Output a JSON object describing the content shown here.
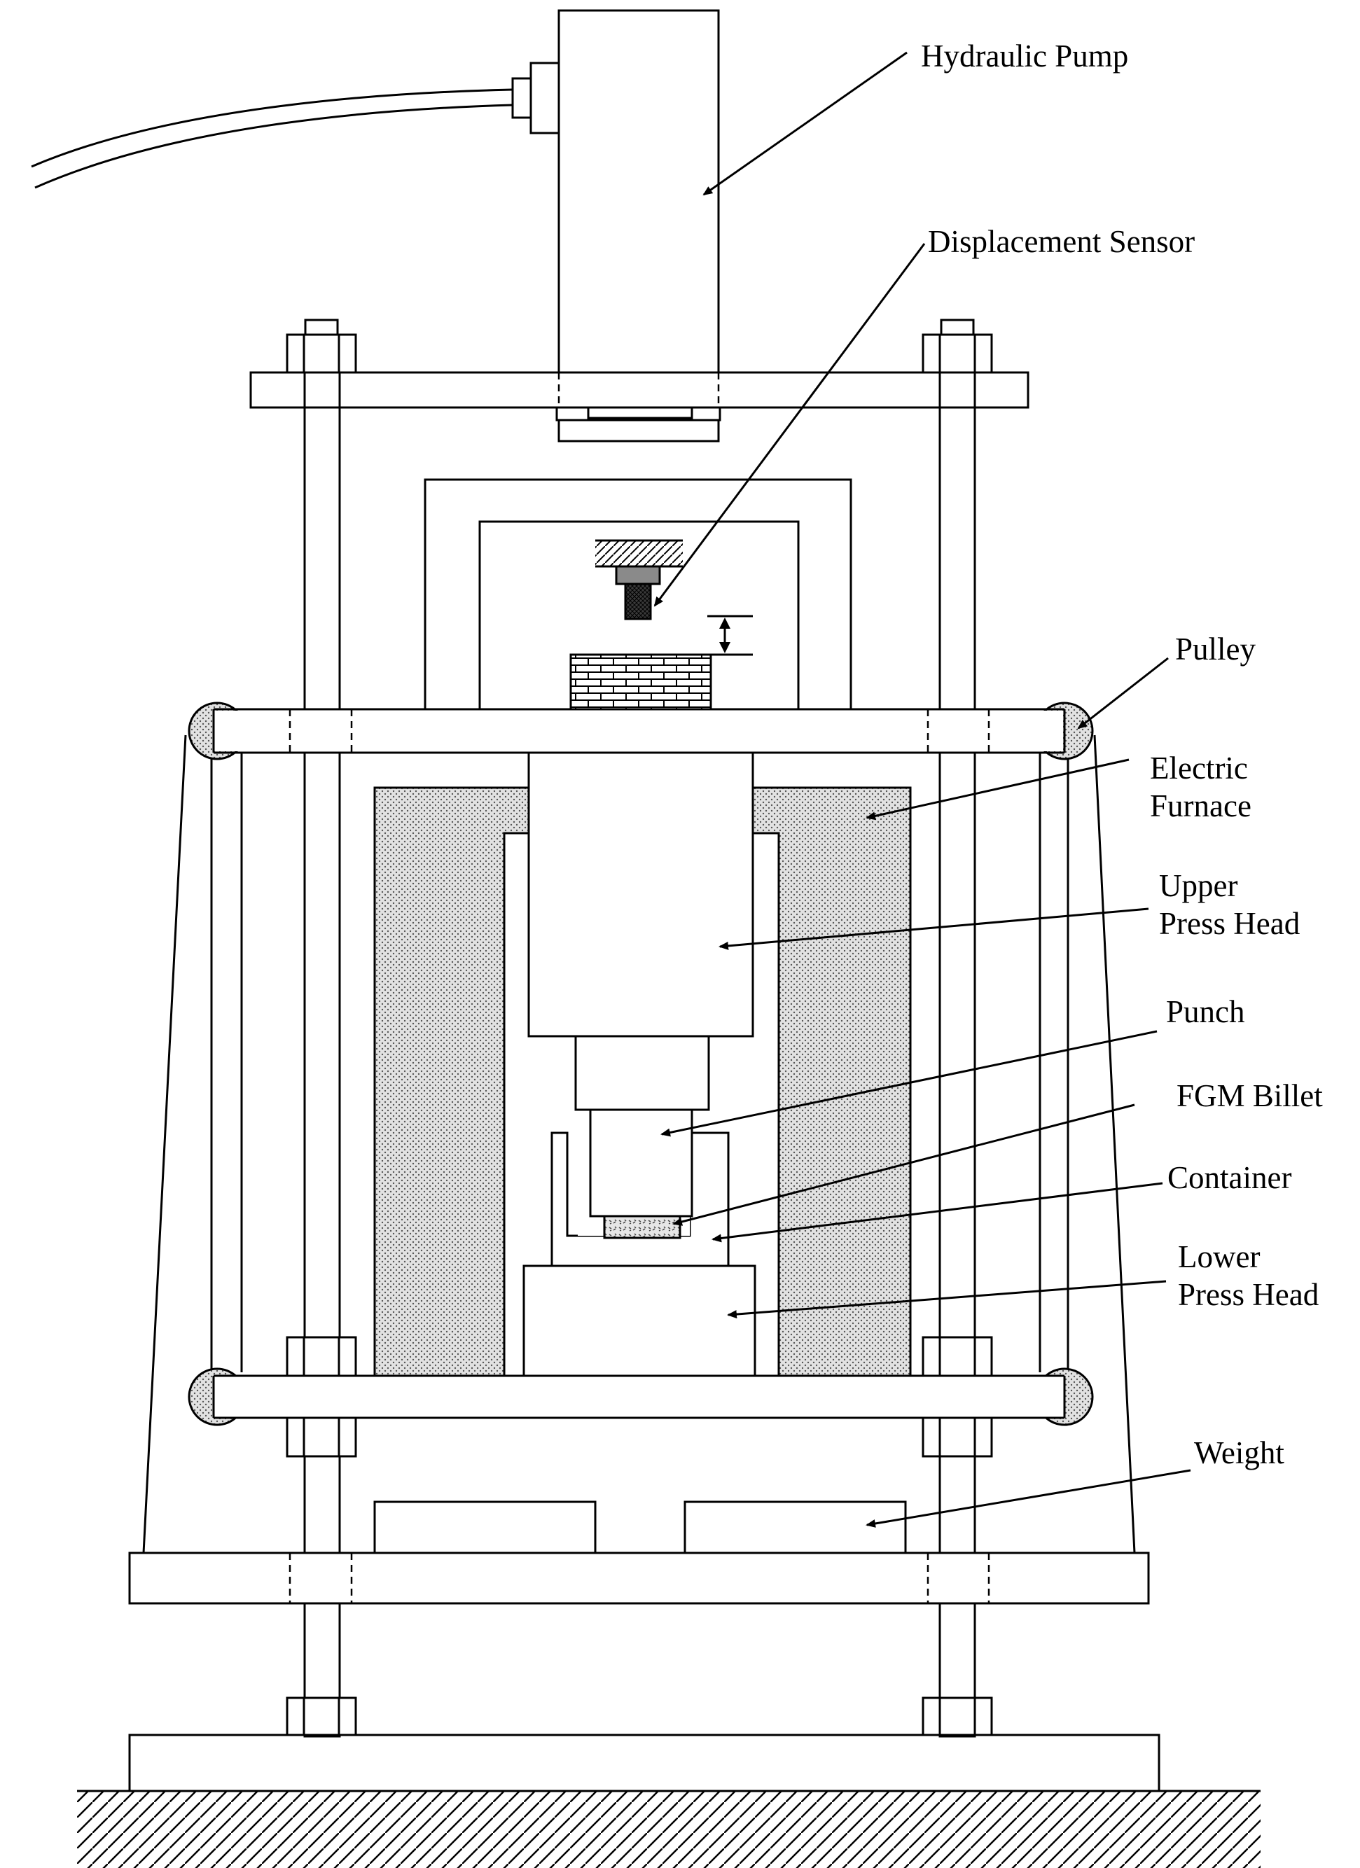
{
  "diagram": {
    "labels": {
      "hydraulic_pump": "Hydraulic Pump",
      "displacement_sensor": "Displacement Sensor",
      "pulley": "Pulley",
      "electric_furnace_1": "Electric",
      "electric_furnace_2": "Furnace",
      "upper_press_head_1": "Upper",
      "upper_press_head_2": "Press Head",
      "punch": "Punch",
      "fgm_billet": "FGM Billet",
      "container": "Container",
      "lower_press_head_1": "Lower",
      "lower_press_head_2": "Press Head",
      "weight": "Weight"
    },
    "colors": {
      "line": "#000000",
      "background": "#ffffff",
      "furnace_fill": "#d8d8d8",
      "pulley_fill": "#c8c8c8",
      "sensor_fill": "#3a3a3a"
    }
  }
}
